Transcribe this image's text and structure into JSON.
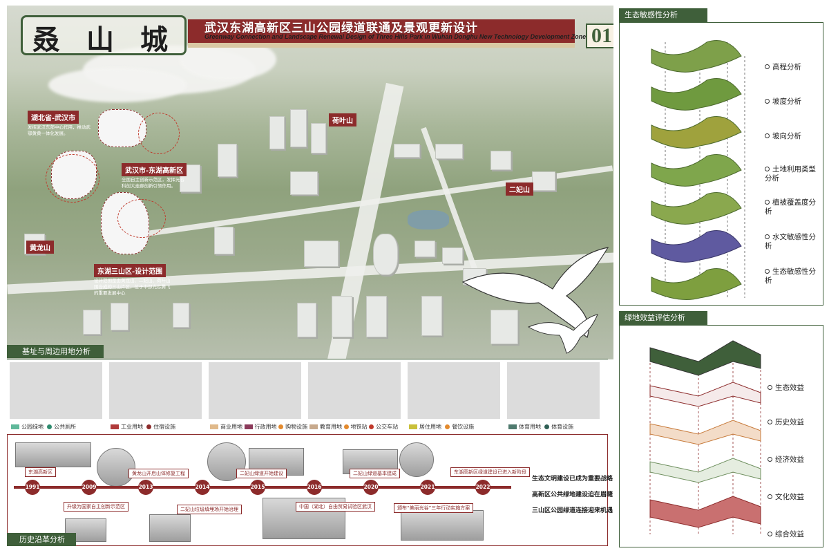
{
  "poster": {
    "calligraphy": [
      "叒",
      "山",
      "城"
    ],
    "title_cn": "武汉东湖高新区三山公园绿道联通及景观更新设计",
    "title_en": "Greenway Connection and Landscape Renewal Design of Three Hills Park in Wuhan Donghu New Technology Development Zone",
    "sheet_number": "01"
  },
  "map_labels": {
    "hubei": "湖北省-武汉市",
    "hubei_desc": "发挥武汉东部中心作用，推动武鄂黄黄一体化发展。",
    "wuhan": "武汉市-东湖高新区",
    "wuhan_desc": "全国自主创新示范区，发挥光谷科创大走廊创新引领作用。",
    "three_hills": "东湖三山区-设计范围",
    "three_hills_desc": "设计范围是由黄龙山、二妃山、荷叶山围合成的三山片区，位于中部光谷腾飞的重要发展中心",
    "heye": "荷叶山",
    "erfei": "二妃山",
    "huanglong": "黄龙山"
  },
  "eco_panel": {
    "header": "生态敏感性分析",
    "items": [
      "高程分析",
      "坡度分析",
      "坡向分析",
      "土地利用类型分析",
      "植被覆盖度分析",
      "水文敏感性分析",
      "生态敏感性分析"
    ]
  },
  "green_panel": {
    "header": "绿地效益评估分析",
    "items": [
      "生态效益",
      "历史效益",
      "经济效益",
      "文化效益",
      "综合效益"
    ]
  },
  "site_analysis": {
    "header": "基址与周边用地分析",
    "cards": [
      {
        "legend": [
          {
            "label": "公园绿地",
            "color": "#5fb89a"
          },
          {
            "label": "公共厕所",
            "color": "#2e8b6e"
          }
        ]
      },
      {
        "legend": [
          {
            "label": "工业用地",
            "color": "#b03a3a"
          },
          {
            "label": "住宿设施",
            "color": "#8c2b2b"
          }
        ]
      },
      {
        "legend": [
          {
            "label": "商业用地",
            "color": "#e0b98a"
          },
          {
            "label": "行政用地",
            "color": "#8b3a5a"
          },
          {
            "label": "购物设施",
            "color": "#e38a2e"
          }
        ]
      },
      {
        "legend": [
          {
            "label": "教育用地",
            "color": "#c7a98c"
          },
          {
            "label": "地铁站",
            "color": "#e38a2e"
          },
          {
            "label": "公交车站",
            "color": "#c0392b"
          }
        ]
      },
      {
        "legend": [
          {
            "label": "居住用地",
            "color": "#c9c03a"
          },
          {
            "label": "餐饮设施",
            "color": "#e38a2e"
          }
        ]
      },
      {
        "legend": [
          {
            "label": "体育用地",
            "color": "#4f7a6e"
          },
          {
            "label": "体育设施",
            "color": "#2f5f55"
          }
        ]
      }
    ]
  },
  "timeline": {
    "header": "历史沿革分析",
    "years": [
      "1991",
      "2009",
      "2013",
      "2014",
      "2015",
      "2016",
      "2020",
      "2021",
      "2022"
    ],
    "events": [
      "东湖高新区",
      "升级为国家自主创新示范区",
      "黄龙山开启山体修复工程",
      "二妃山垃圾填埋场开始治理",
      "二妃山绿道开始建设",
      "中国（湖北）自由贸易试验区武汉",
      "二妃山绿道基本建成",
      "颁布“美丽光谷”三年行动实施方案",
      "东湖高新区绿道建设已进入新阶段"
    ],
    "milestones": [
      "生态文明建设已成为重要战略",
      "高新区公共绿地建设迫在眉睫",
      "三山区公园绿道连接迎来机遇"
    ]
  }
}
